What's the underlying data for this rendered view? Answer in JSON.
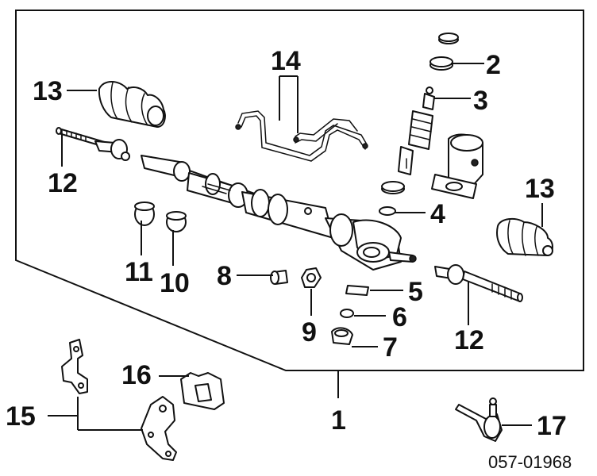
{
  "diagram": {
    "callouts": [
      "1",
      "2",
      "3",
      "4",
      "5",
      "6",
      "7",
      "8",
      "9",
      "10",
      "11",
      "12",
      "12",
      "13",
      "13",
      "14",
      "15",
      "16",
      "17"
    ],
    "part_code": "057-01968"
  }
}
